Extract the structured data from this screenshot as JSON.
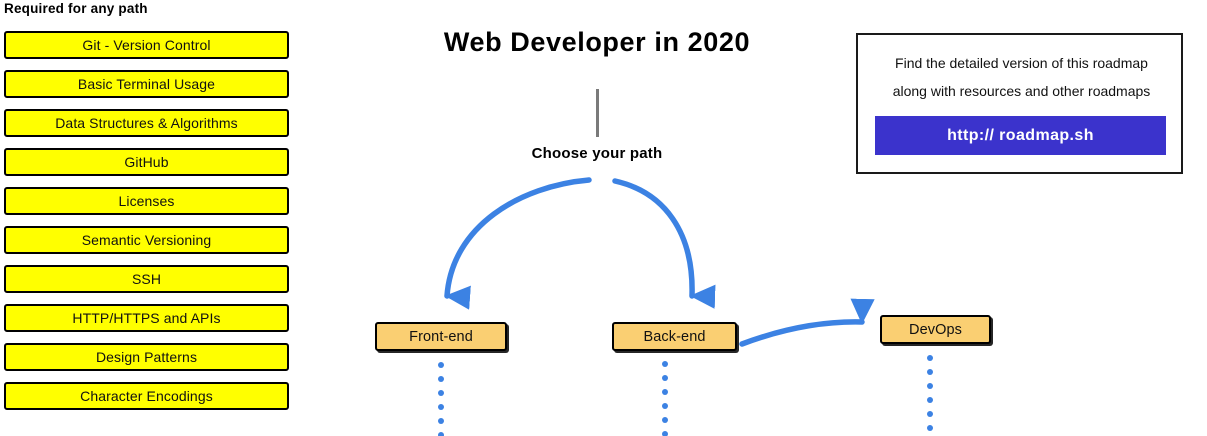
{
  "meta": {
    "accent_blue": "#3c82e3",
    "node_orange": "#facf72",
    "required_yellow": "#ffff00",
    "promo_button_color": "#3b33cc",
    "stem_gray": "#7a7a7a"
  },
  "required": {
    "heading": "Required for any path",
    "items": [
      {
        "label": "Git - Version Control"
      },
      {
        "label": "Basic Terminal Usage"
      },
      {
        "label": "Data Structures & Algorithms"
      },
      {
        "label": "GitHub"
      },
      {
        "label": "Licenses"
      },
      {
        "label": "Semantic Versioning"
      },
      {
        "label": "SSH"
      },
      {
        "label": "HTTP/HTTPS and APIs"
      },
      {
        "label": "Design Patterns"
      },
      {
        "label": "Character Encodings"
      }
    ]
  },
  "diagram": {
    "title": "Web Developer in 2020",
    "choose_path_label": "Choose your path",
    "nodes": [
      {
        "id": "frontend",
        "label": "Front-end"
      },
      {
        "id": "backend",
        "label": "Back-end"
      },
      {
        "id": "devops",
        "label": "DevOps"
      }
    ]
  },
  "promo": {
    "line1": "Find the detailed version of this roadmap",
    "line2": "along with resources and other roadmaps",
    "button_label": "http:// roadmap.sh"
  }
}
